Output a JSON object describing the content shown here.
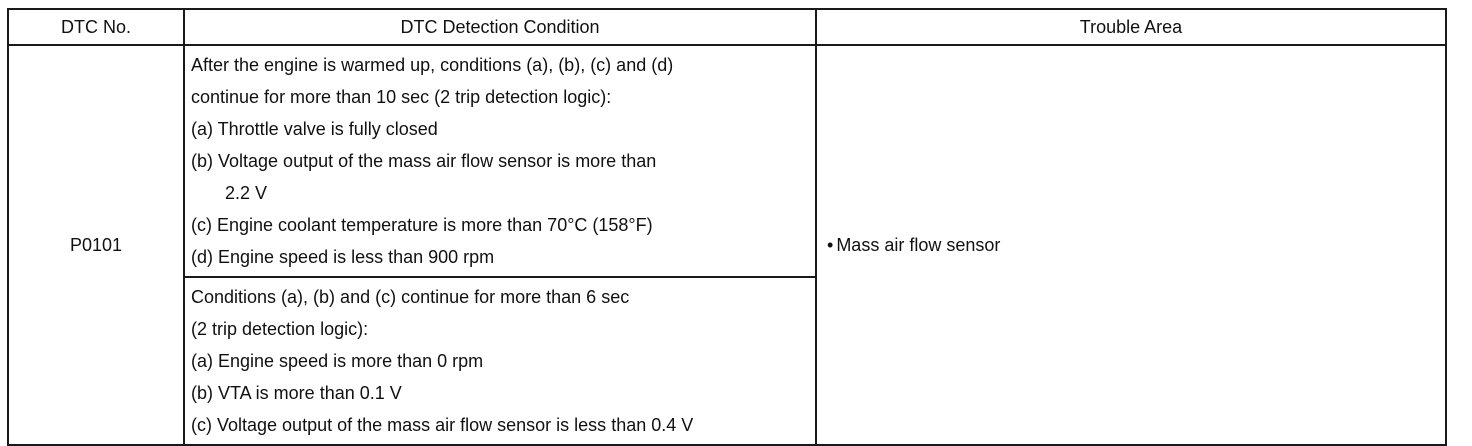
{
  "header": {
    "dtc_no": "DTC No.",
    "condition": "DTC Detection Condition",
    "trouble_area": "Trouble Area"
  },
  "row": {
    "dtc_code": "P0101",
    "condition_1": [
      "After the engine is warmed up, conditions (a), (b), (c) and (d)",
      "continue for more than 10 sec (2 trip detection logic):",
      "(a) Throttle valve is fully closed",
      "(b) Voltage output of the mass air flow sensor is more than",
      "2.2 V",
      "(c) Engine coolant temperature is more than 70°C (158°F)",
      "(d) Engine speed is less than 900 rpm"
    ],
    "condition_2": [
      "Conditions (a), (b) and (c) continue for more than 6 sec",
      "(2 trip detection logic):",
      "(a) Engine speed is more than 0 rpm",
      "(b) VTA is more than 0.1 V",
      "(c) Voltage output of the mass air flow sensor is less than 0.4 V"
    ],
    "trouble_bullet": "•",
    "trouble_area": "Mass air flow sensor"
  }
}
